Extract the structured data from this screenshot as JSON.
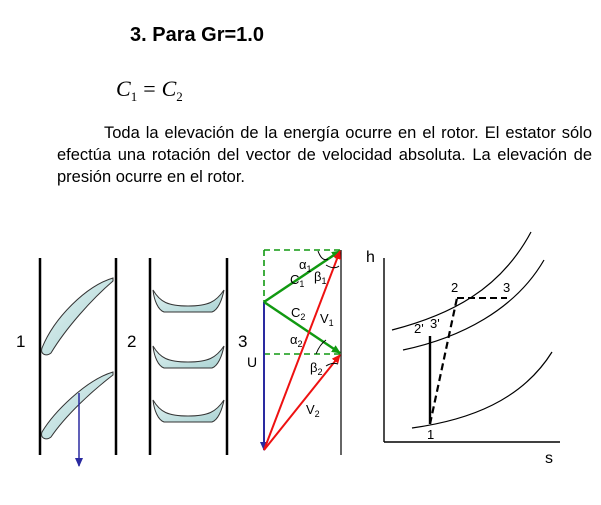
{
  "heading": "3. Para Gr=1.0",
  "equation": {
    "lhs": "C",
    "lhs_sub": "1",
    "op": "=",
    "rhs": "C",
    "rhs_sub": "2"
  },
  "paragraph": "Toda la elevación de la energía ocurre en el rotor. El estator sólo efectúa una rotación del vector de velocidad absoluta. La elevación de presión ocurre en el rotor.",
  "panels": {
    "p1": "1",
    "p2": "2",
    "p3": "3"
  },
  "velocity_triangle": {
    "U": "U",
    "alpha1": "α",
    "alpha1_sub": "1",
    "beta1": "β",
    "beta1_sub": "1",
    "C1": "C",
    "C1_sub": "1",
    "C2": "C",
    "C2_sub": "2",
    "V1": "V",
    "V1_sub": "1",
    "alpha2": "α",
    "alpha2_sub": "2",
    "beta2": "β",
    "beta2_sub": "2",
    "V2": "V",
    "V2_sub": "2"
  },
  "hs_diagram": {
    "y_axis": "h",
    "x_axis": "s",
    "pt1": "1",
    "pt2": "2",
    "pt3": "3",
    "pt2p": "2'",
    "pt3p": "3'"
  },
  "colors": {
    "blade": "#b9dede",
    "green": "#119911",
    "red": "#ee1111",
    "blue": "#2a2aa0"
  }
}
